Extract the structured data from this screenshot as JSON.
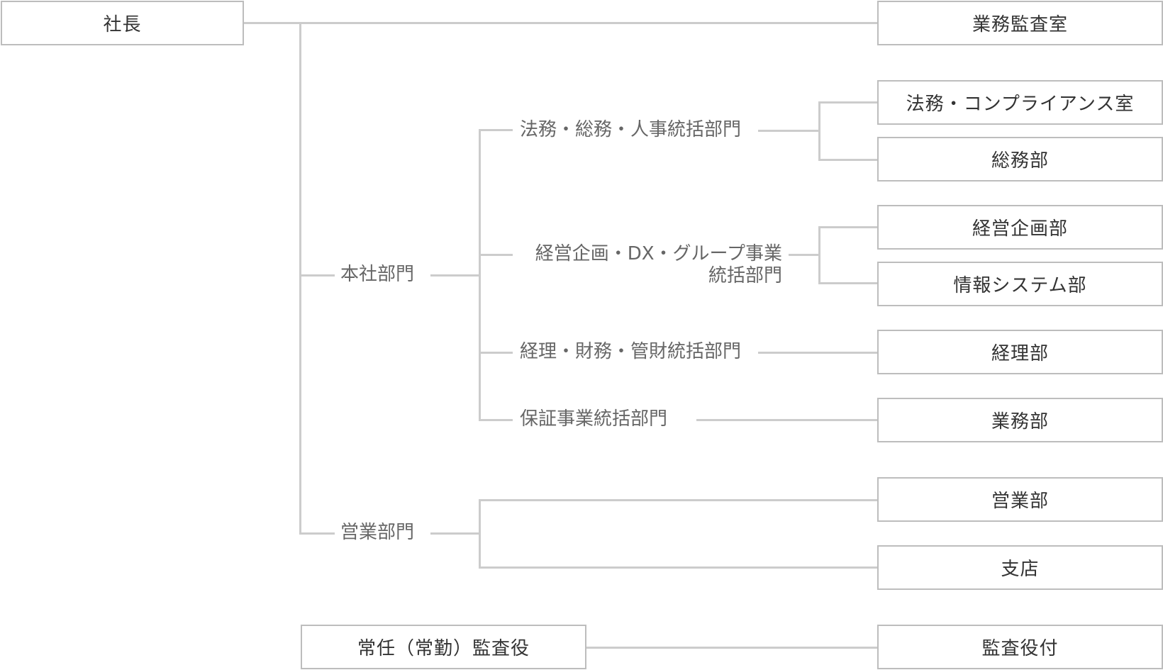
{
  "chart": {
    "president": "社長",
    "internal_audit": "業務監査室",
    "divisions": [
      {
        "label": "本社部門",
        "groups": [
          {
            "label": "法務・総務・人事統括部門",
            "departments": [
              "法務・コンプライアンス室",
              "総務部"
            ]
          },
          {
            "label_line1": "経営企画・DX・グループ事業",
            "label_line2": "統括部門",
            "departments": [
              "経営企画部",
              "情報システム部"
            ]
          },
          {
            "label": "経理・財務・管財統括部門",
            "departments": [
              "経理部"
            ]
          },
          {
            "label": "保証事業統括部門",
            "departments": [
              "業務部"
            ]
          }
        ]
      },
      {
        "label": "営業部門",
        "departments": [
          "営業部",
          "支店"
        ]
      }
    ],
    "auditor": "常任（常勤）監査役",
    "auditor_staff": "監査役付"
  },
  "colors": {
    "line": "#cccccc",
    "border": "#bdbdbd",
    "box_text": "#333333",
    "label_text": "#666666"
  }
}
